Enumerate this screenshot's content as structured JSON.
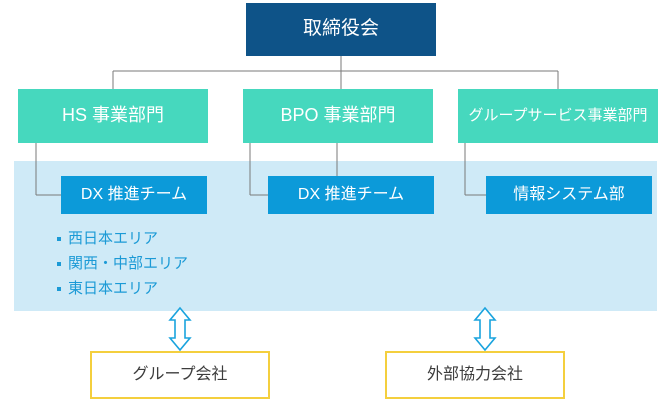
{
  "diagram": {
    "title_box": {
      "label": "取締役会",
      "color": "#0e5388",
      "text_color": "#ffffff"
    },
    "divisions": [
      {
        "label": "HS 事業部門",
        "color": "#46d8be"
      },
      {
        "label": "BPO 事業部門",
        "color": "#46d8be"
      },
      {
        "label": "グループサービス事業部門",
        "color": "#46d8be"
      }
    ],
    "teams": [
      {
        "label": "DX 推進チーム",
        "color": "#0c9ad9"
      },
      {
        "label": "DX 推進チーム",
        "color": "#0c9ad9"
      },
      {
        "label": "情報システム部",
        "color": "#0c9ad9"
      }
    ],
    "areas": [
      {
        "label": "西日本エリア"
      },
      {
        "label": "関西・中部エリア"
      },
      {
        "label": "東日本エリア"
      }
    ],
    "external": [
      {
        "label": "グループ会社",
        "border_color": "#f4cf3e"
      },
      {
        "label": "外部協力会社",
        "border_color": "#f4cf3e"
      }
    ],
    "band": {
      "color": "#cfeaf7"
    },
    "connectors": {
      "color": "#7a7a7a"
    },
    "arrows": {
      "color": "#19a3de",
      "fill": "#ffffff",
      "count": 2
    },
    "bullet_color": "#1b9ad6"
  }
}
